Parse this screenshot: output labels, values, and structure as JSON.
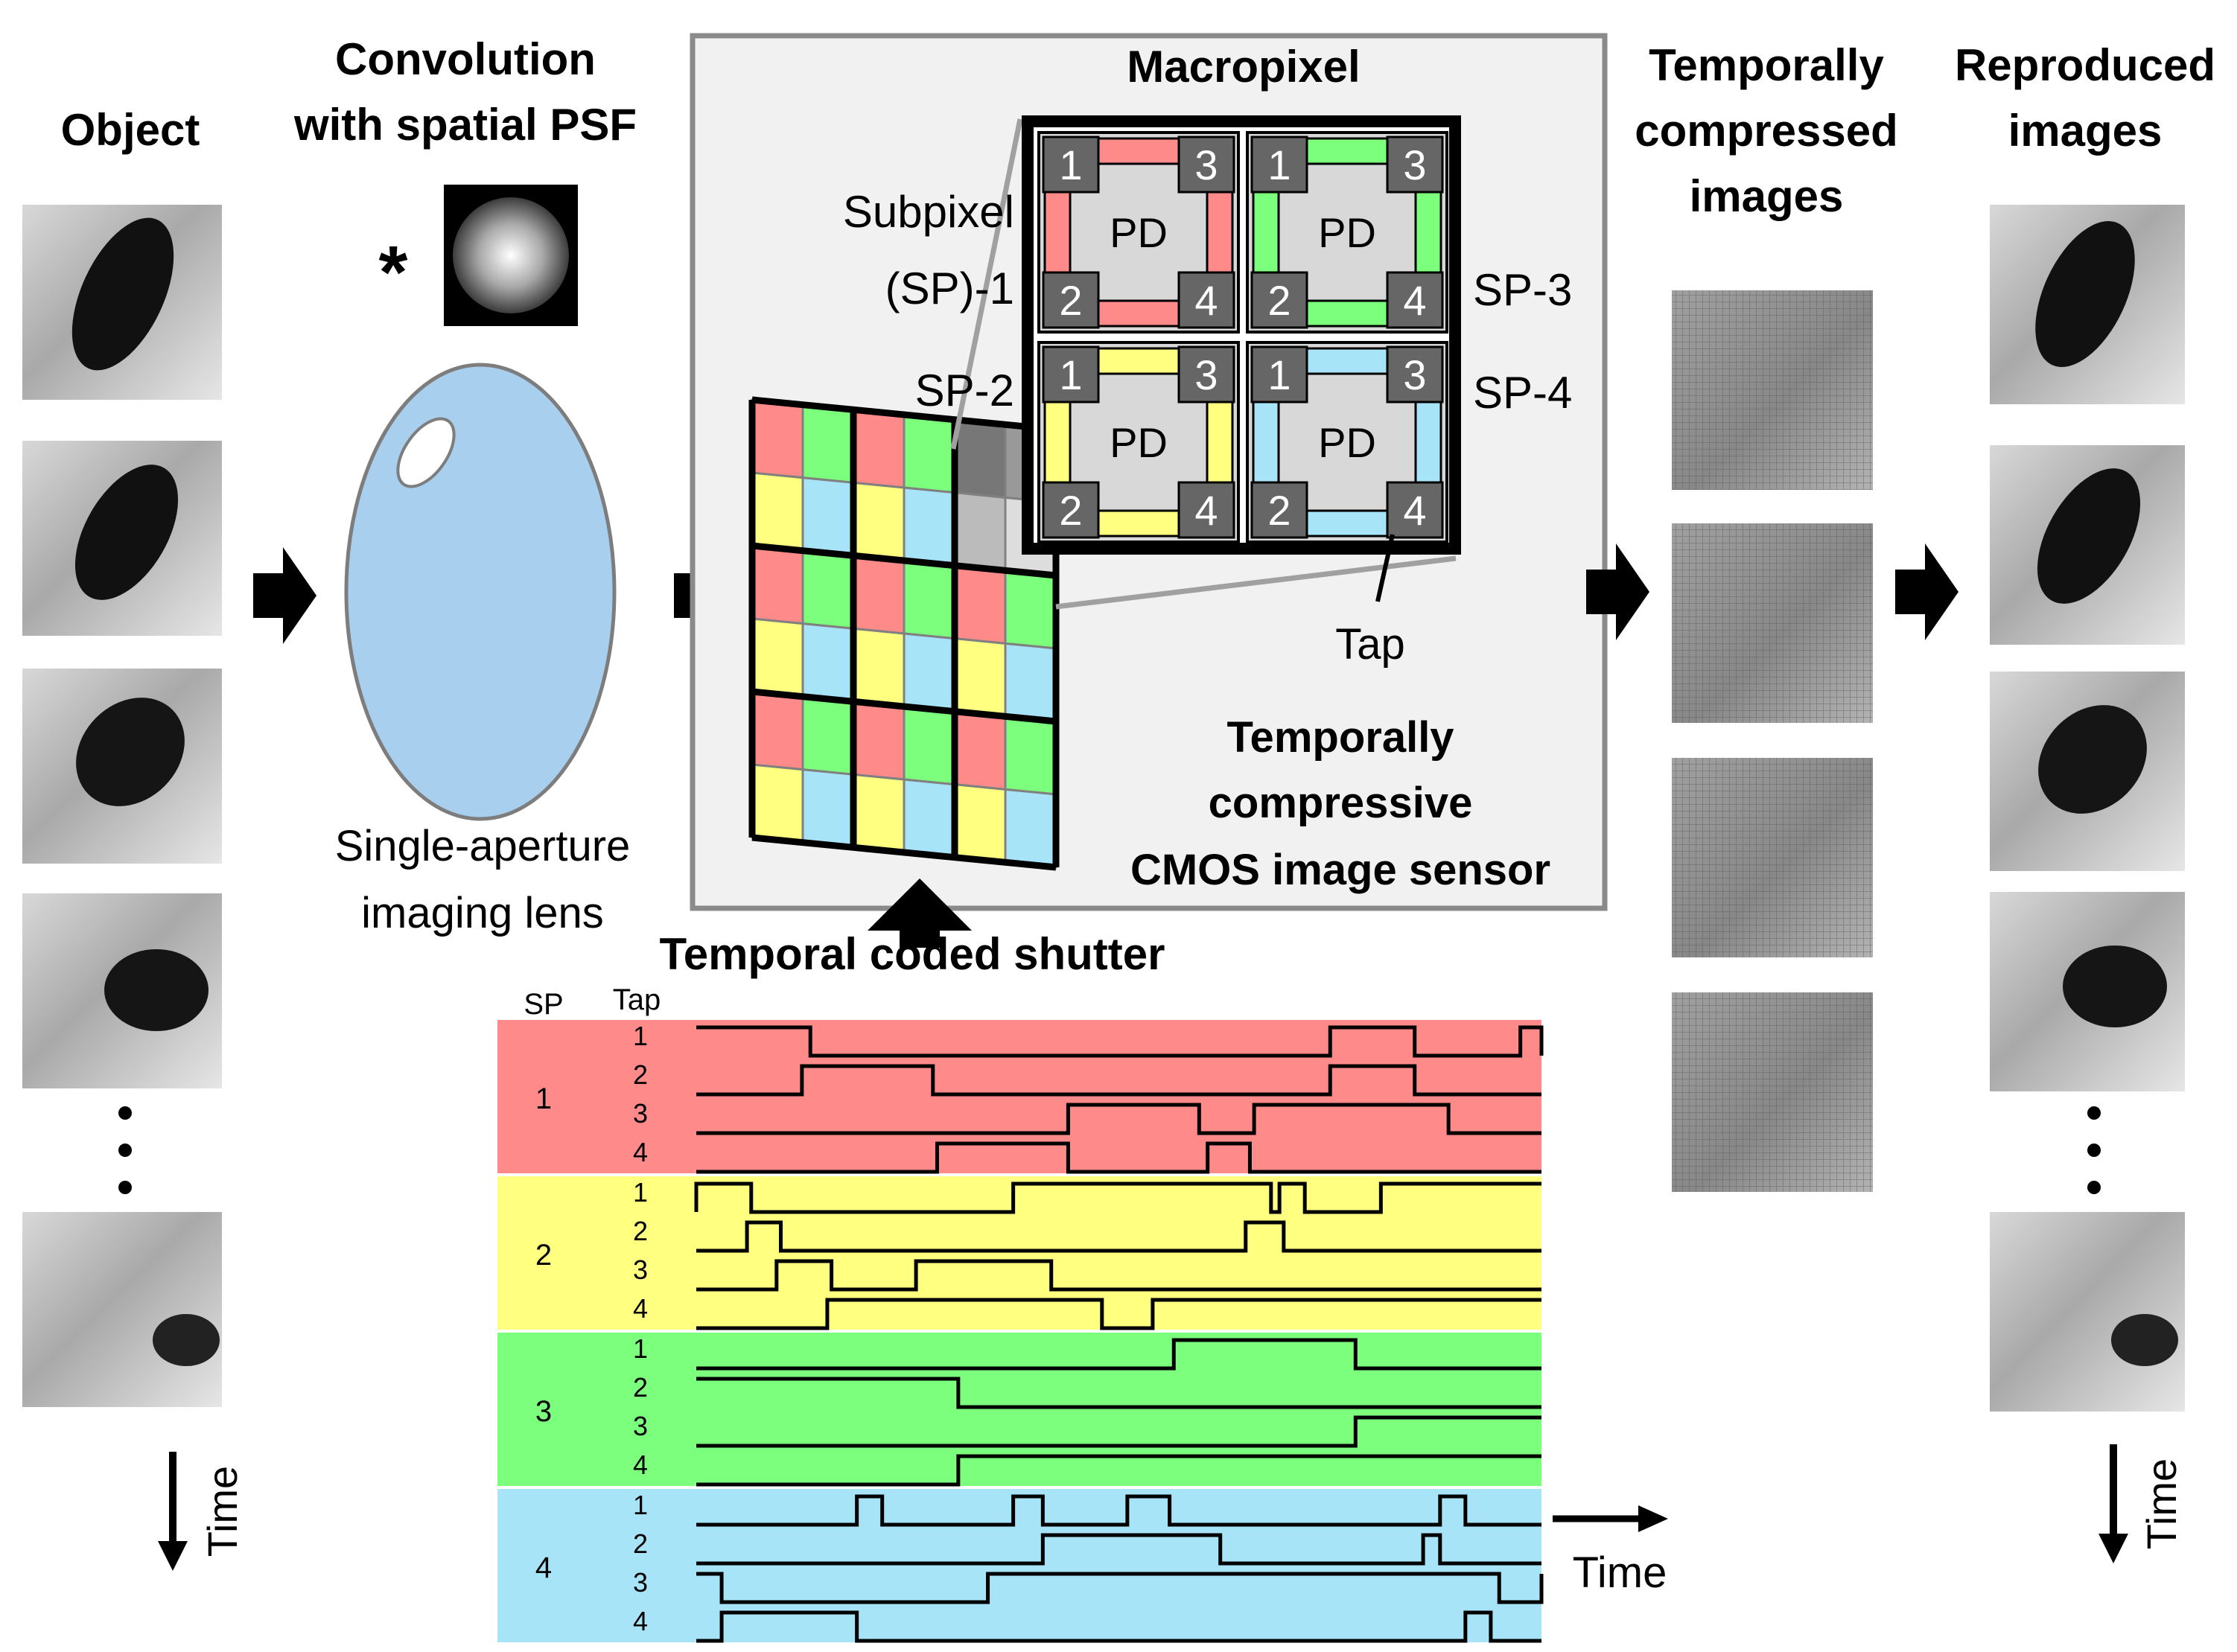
{
  "labels": {
    "object": "Object",
    "conv_line1": "Convolution",
    "conv_line2": "with spatial PSF",
    "star": "*",
    "lens_line1": "Single-aperture",
    "lens_line2": "imaging lens",
    "macropixel": "Macropixel",
    "subpixel_line1": "Subpixel",
    "subpixel_line2": "(SP)-1",
    "sp2": "SP-2",
    "sp3": "SP-3",
    "sp4": "SP-4",
    "pd": "PD",
    "tap": "Tap",
    "sensor_line1": "Temporally",
    "sensor_line2": "compressive",
    "sensor_line3": "CMOS image sensor",
    "compressed_line1": "Temporally",
    "compressed_line2": "compressed",
    "compressed_line3": "images",
    "reproduced_line1": "Reproduced",
    "reproduced_line2": "images",
    "shutter_title": "Temporal coded shutter",
    "sp_header": "SP",
    "tap_header": "Tap",
    "time": "Time",
    "dots": "•\n•\n•"
  },
  "tap_numbers": [
    "1",
    "2",
    "3",
    "4"
  ],
  "subpixels": [
    {
      "id": "1",
      "color": "#ff8a8a",
      "taps": [
        [
          [
            0,
            1
          ],
          [
            0.135,
            0
          ],
          [
            0.75,
            1
          ],
          [
            0.85,
            0
          ],
          [
            0.975,
            1
          ],
          [
            1,
            0
          ]
        ],
        [
          [
            0,
            0
          ],
          [
            0.125,
            1
          ],
          [
            0.28,
            0
          ],
          [
            0.75,
            1
          ],
          [
            0.85,
            0
          ],
          [
            1,
            0
          ]
        ],
        [
          [
            0,
            0
          ],
          [
            0.44,
            1
          ],
          [
            0.595,
            0
          ],
          [
            0.66,
            1
          ],
          [
            0.89,
            0
          ],
          [
            1,
            0
          ]
        ],
        [
          [
            0,
            0
          ],
          [
            0.285,
            1
          ],
          [
            0.44,
            0
          ],
          [
            0.605,
            1
          ],
          [
            0.655,
            0
          ],
          [
            1,
            0
          ]
        ]
      ]
    },
    {
      "id": "2",
      "color": "#ffff80",
      "taps": [
        [
          [
            0,
            0
          ],
          [
            0.0,
            1
          ],
          [
            0.065,
            0
          ],
          [
            0.375,
            1
          ],
          [
            0.68,
            0
          ],
          [
            0.69,
            1
          ],
          [
            0.72,
            0
          ],
          [
            0.81,
            1
          ],
          [
            1,
            1
          ]
        ],
        [
          [
            0,
            0
          ],
          [
            0.06,
            1
          ],
          [
            0.1,
            0
          ],
          [
            0.65,
            1
          ],
          [
            0.695,
            0
          ],
          [
            1,
            0
          ]
        ],
        [
          [
            0,
            0
          ],
          [
            0.095,
            1
          ],
          [
            0.16,
            0
          ],
          [
            0.26,
            1
          ],
          [
            0.42,
            0
          ],
          [
            1,
            0
          ]
        ],
        [
          [
            0,
            0
          ],
          [
            0.155,
            1
          ],
          [
            0.48,
            0
          ],
          [
            0.54,
            1
          ],
          [
            1,
            1
          ]
        ]
      ]
    },
    {
      "id": "3",
      "color": "#7cff7c",
      "taps": [
        [
          [
            0,
            0
          ],
          [
            0.565,
            1
          ],
          [
            0.78,
            0
          ],
          [
            1,
            0
          ]
        ],
        [
          [
            0,
            1
          ],
          [
            0.31,
            0
          ],
          [
            1,
            0
          ]
        ],
        [
          [
            0,
            0
          ],
          [
            0.78,
            1
          ],
          [
            1,
            1
          ]
        ],
        [
          [
            0,
            0
          ],
          [
            0.31,
            1
          ],
          [
            1,
            1
          ]
        ]
      ]
    },
    {
      "id": "4",
      "color": "#a8e4f8",
      "taps": [
        [
          [
            0,
            0
          ],
          [
            0.19,
            1
          ],
          [
            0.22,
            0
          ],
          [
            0.375,
            1
          ],
          [
            0.41,
            0
          ],
          [
            0.51,
            1
          ],
          [
            0.56,
            0
          ],
          [
            0.88,
            1
          ],
          [
            0.91,
            0
          ],
          [
            1,
            0
          ]
        ],
        [
          [
            0,
            0
          ],
          [
            0.41,
            1
          ],
          [
            0.62,
            0
          ],
          [
            0.86,
            1
          ],
          [
            0.88,
            0
          ],
          [
            1,
            0
          ]
        ],
        [
          [
            0,
            1
          ],
          [
            0.03,
            0
          ],
          [
            0.345,
            1
          ],
          [
            0.95,
            0
          ],
          [
            1,
            1
          ]
        ],
        [
          [
            0,
            0
          ],
          [
            0.03,
            1
          ],
          [
            0.19,
            0
          ],
          [
            0.91,
            1
          ],
          [
            0.94,
            0
          ],
          [
            1,
            0
          ]
        ]
      ]
    }
  ],
  "macropixel_colors": [
    "#ff8a8a",
    "#7cff7c",
    "#ffff80",
    "#a8e4f8"
  ]
}
